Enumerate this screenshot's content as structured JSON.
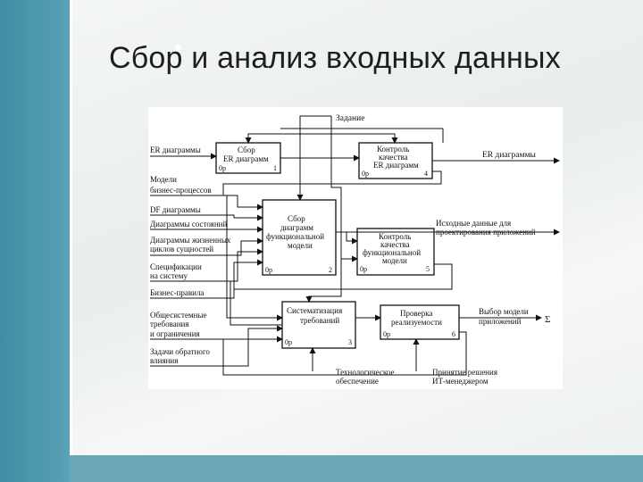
{
  "slide": {
    "title": "Сбор и анализ входных данных"
  },
  "diagram": {
    "top_input": "Задание",
    "inputs": [
      "ER диаграммы",
      "Модели",
      "бизнес-процессов",
      "DF диаграммы",
      "Диаграммы состояний",
      "Диаграммы жизненных",
      "циклов сущностей",
      "Спецификации",
      "на систему",
      "Бизнес-правила",
      "Общесистемные",
      "требования",
      "и ограничения",
      "Задачи обратного",
      "влияния"
    ],
    "boxes": {
      "b1": {
        "line1": "Сбор",
        "line2": "ER диаграмм",
        "cost": "0р",
        "num": "1"
      },
      "b4": {
        "line1": "Контроль",
        "line2": "качества",
        "line3": "ER диаграмм",
        "cost": "0р",
        "num": "4"
      },
      "b2": {
        "line1": "Сбор",
        "line2": "диаграмм",
        "line3": "функциональной",
        "line4": "модели",
        "cost": "0р",
        "num": "2"
      },
      "b5": {
        "line1": "Контроль",
        "line2": "качества",
        "line3": "функциональной",
        "line4": "модели",
        "cost": "0р",
        "num": "5"
      },
      "b3": {
        "line1": "Систематизация",
        "line2": "требований",
        "cost": "0р",
        "num": "3"
      },
      "b6": {
        "line1": "Проверка",
        "line2": "реализуемости",
        "cost": "0р",
        "num": "6"
      }
    },
    "outputs": {
      "er": "ER диаграммы",
      "initial_1": "Исходные данные для",
      "initial_2": "проектирования приложений",
      "choice_1": "Выбор модели",
      "choice_2": "приложений",
      "sigma": "Σ"
    },
    "mechanisms": {
      "tech_1": "Технологическое",
      "tech_2": "обеспечение",
      "decision_1": "Принятие решения",
      "decision_2": "ИТ-менеджером"
    }
  }
}
